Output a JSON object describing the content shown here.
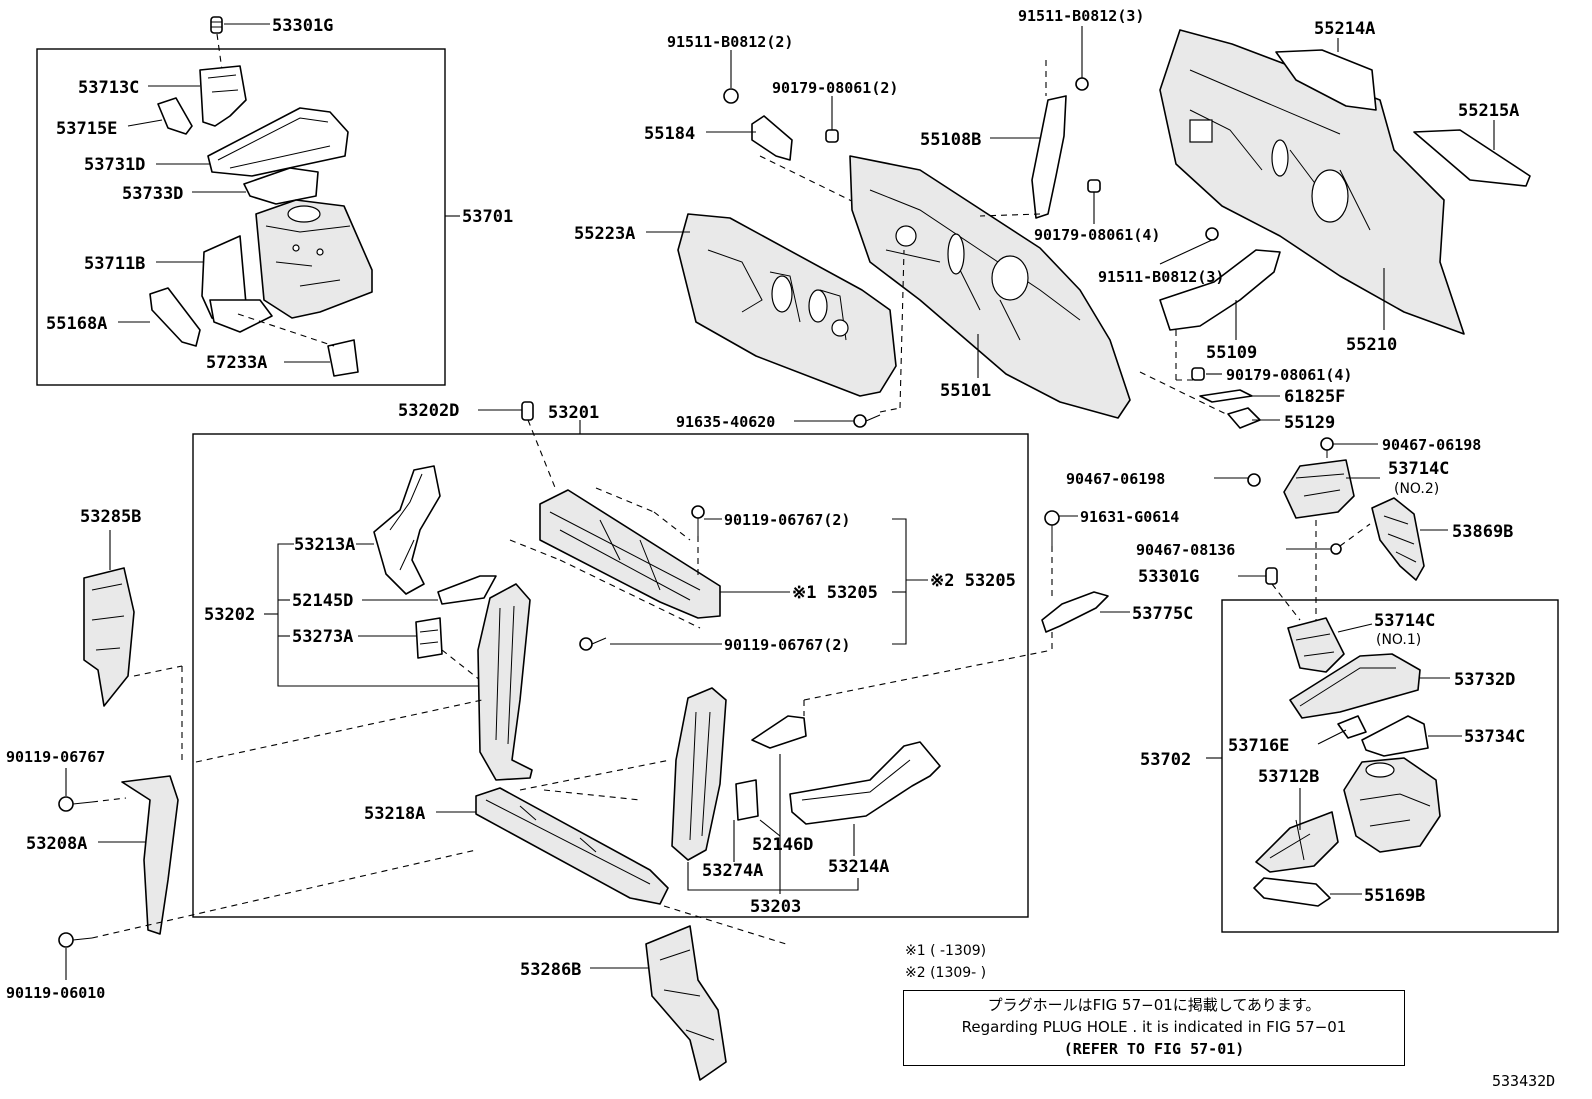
{
  "parts": {
    "p53301G_top": "53301G",
    "p53713C": "53713C",
    "p53715E": "53715E",
    "p53731D": "53731D",
    "p53733D": "53733D",
    "p53701": "53701",
    "p53711B": "53711B",
    "p55168A": "55168A",
    "p57233A": "57233A",
    "p91511_2": "91511-B0812(2)",
    "p90179_2": "90179-08061(2)",
    "p55184": "55184",
    "p55223A": "55223A",
    "p91511_3a": "91511-B0812(3)",
    "p55108B": "55108B",
    "p90179_4a": "90179-08061(4)",
    "p91511_3b": "91511-B0812(3)",
    "p55101": "55101",
    "p55109": "55109",
    "p90179_4b": "90179-08061(4)",
    "p61825F": "61825F",
    "p55129": "55129",
    "p55214A": "55214A",
    "p55215A": "55215A",
    "p55210": "55210",
    "p53202D": "53202D",
    "p53201": "53201",
    "p91635": "91635-40620",
    "p90467_a": "90467-06198",
    "p90467_b": "90467-06198",
    "p53714C_2": "53714C",
    "p53714C_2_sub": "(NO.2)",
    "p53869B": "53869B",
    "p90467_08136": "90467-08136",
    "p53301G_r": "53301G",
    "p91631": "91631-G0614",
    "p53775C": "53775C",
    "p53285B": "53285B",
    "p53213A": "53213A",
    "p52145D": "52145D",
    "p53202": "53202",
    "p53273A": "53273A",
    "p90119_2a": "90119-06767(2)",
    "p53205_1": "※1 53205",
    "p53205_2": "※2 53205",
    "p90119_2b": "90119-06767(2)",
    "p90119_06767": "90119-06767",
    "p53208A": "53208A",
    "p90119_06010": "90119-06010",
    "p53218A": "53218A",
    "p52146D": "52146D",
    "p53274A": "53274A",
    "p53214A": "53214A",
    "p53203": "53203",
    "p53286B": "53286B",
    "p53714C_1": "53714C",
    "p53714C_1_sub": "(NO.1)",
    "p53732D": "53732D",
    "p53702": "53702",
    "p53716E": "53716E",
    "p53734C": "53734C",
    "p53712B": "53712B",
    "p55169B": "55169B"
  },
  "footnotes": {
    "f1": "※1 (     -1309)",
    "f2": "※2 (1309-     )"
  },
  "note": {
    "line1": "プラグホールはFIG 57−01に掲載してあります。",
    "line2": "Regarding PLUG HOLE . it is indicated in FIG 57−01",
    "line3": "(REFER TO FIG 57-01)"
  },
  "drawing_id": "533432D"
}
